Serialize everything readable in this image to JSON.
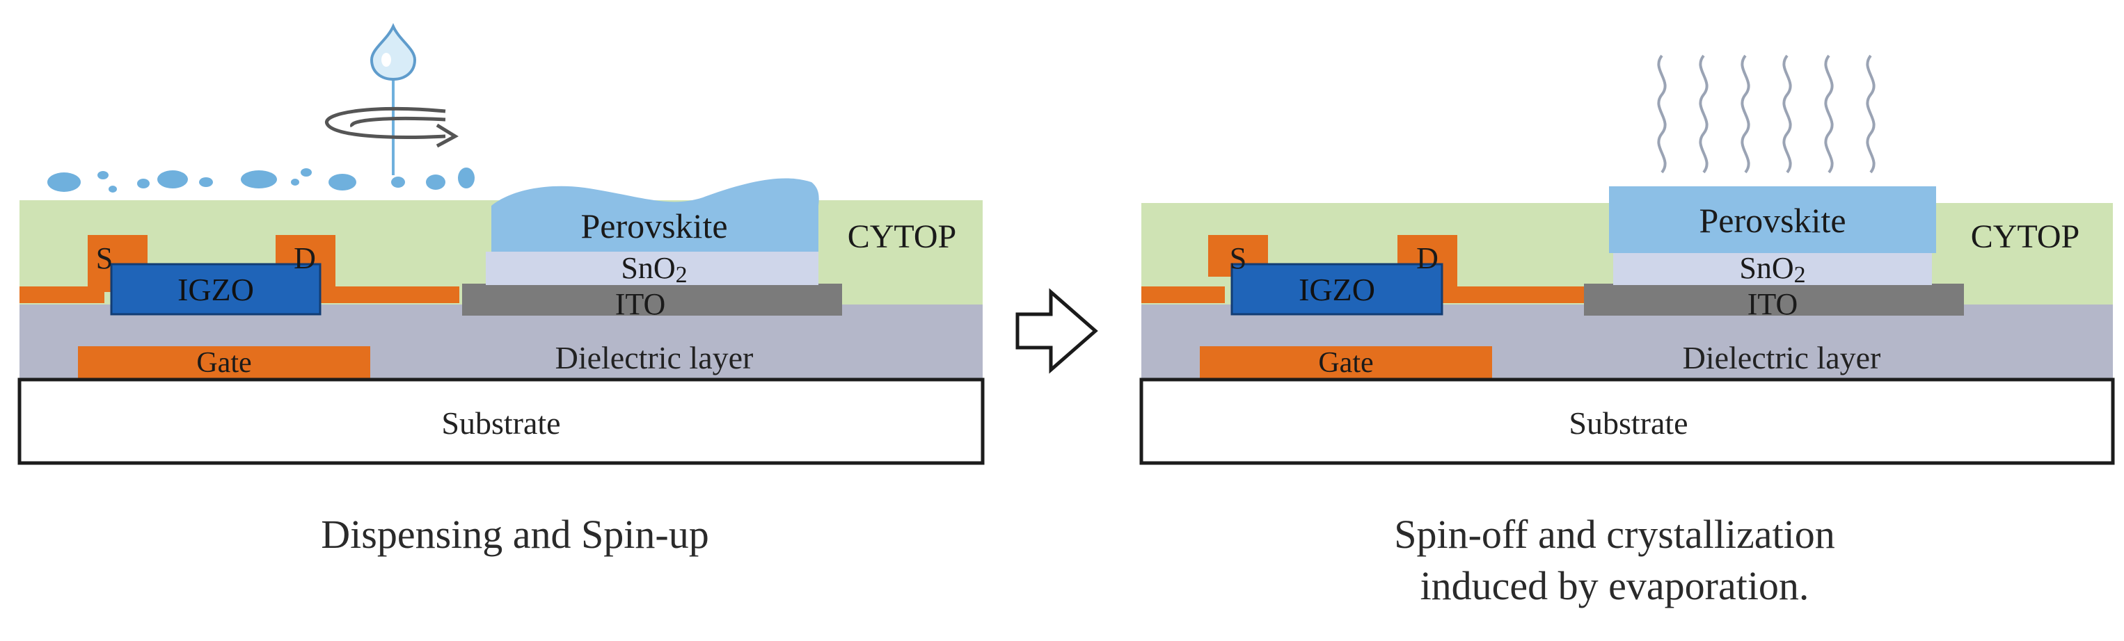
{
  "left_panel": {
    "source": "S",
    "drain": "D",
    "channel": "IGZO",
    "gate": "Gate",
    "dielectric": "Dielectric layer",
    "substrate": "Substrate",
    "perovskite": "Perovskite",
    "sno2": "SnO",
    "sno2_sub": "2",
    "ito": "ITO",
    "cytop": "CYTOP",
    "caption": "Dispensing and Spin-up"
  },
  "right_panel": {
    "source": "S",
    "drain": "D",
    "channel": "IGZO",
    "gate": "Gate",
    "dielectric": "Dielectric layer",
    "substrate": "Substrate",
    "perovskite": "Perovskite",
    "sno2": "SnO",
    "sno2_sub": "2",
    "ito": "ITO",
    "cytop": "CYTOP",
    "caption_line1": "Spin-off and crystallization",
    "caption_line2": "induced by evaporation."
  },
  "colors": {
    "cytop": "#cfe3b4",
    "dielectric": "#b4b7c9",
    "electrode": "#e46f1d",
    "igzo": "#1f64b8",
    "perovskite": "#8cbfe6",
    "sno2": "#cfd6ea",
    "ito": "#7b7b7b",
    "solution": "#6fb0dd",
    "vapor": "#9aa3b4"
  },
  "icons": [
    "droplet-icon",
    "spin-arrow-icon",
    "process-arrow-icon",
    "vapor-icon"
  ]
}
